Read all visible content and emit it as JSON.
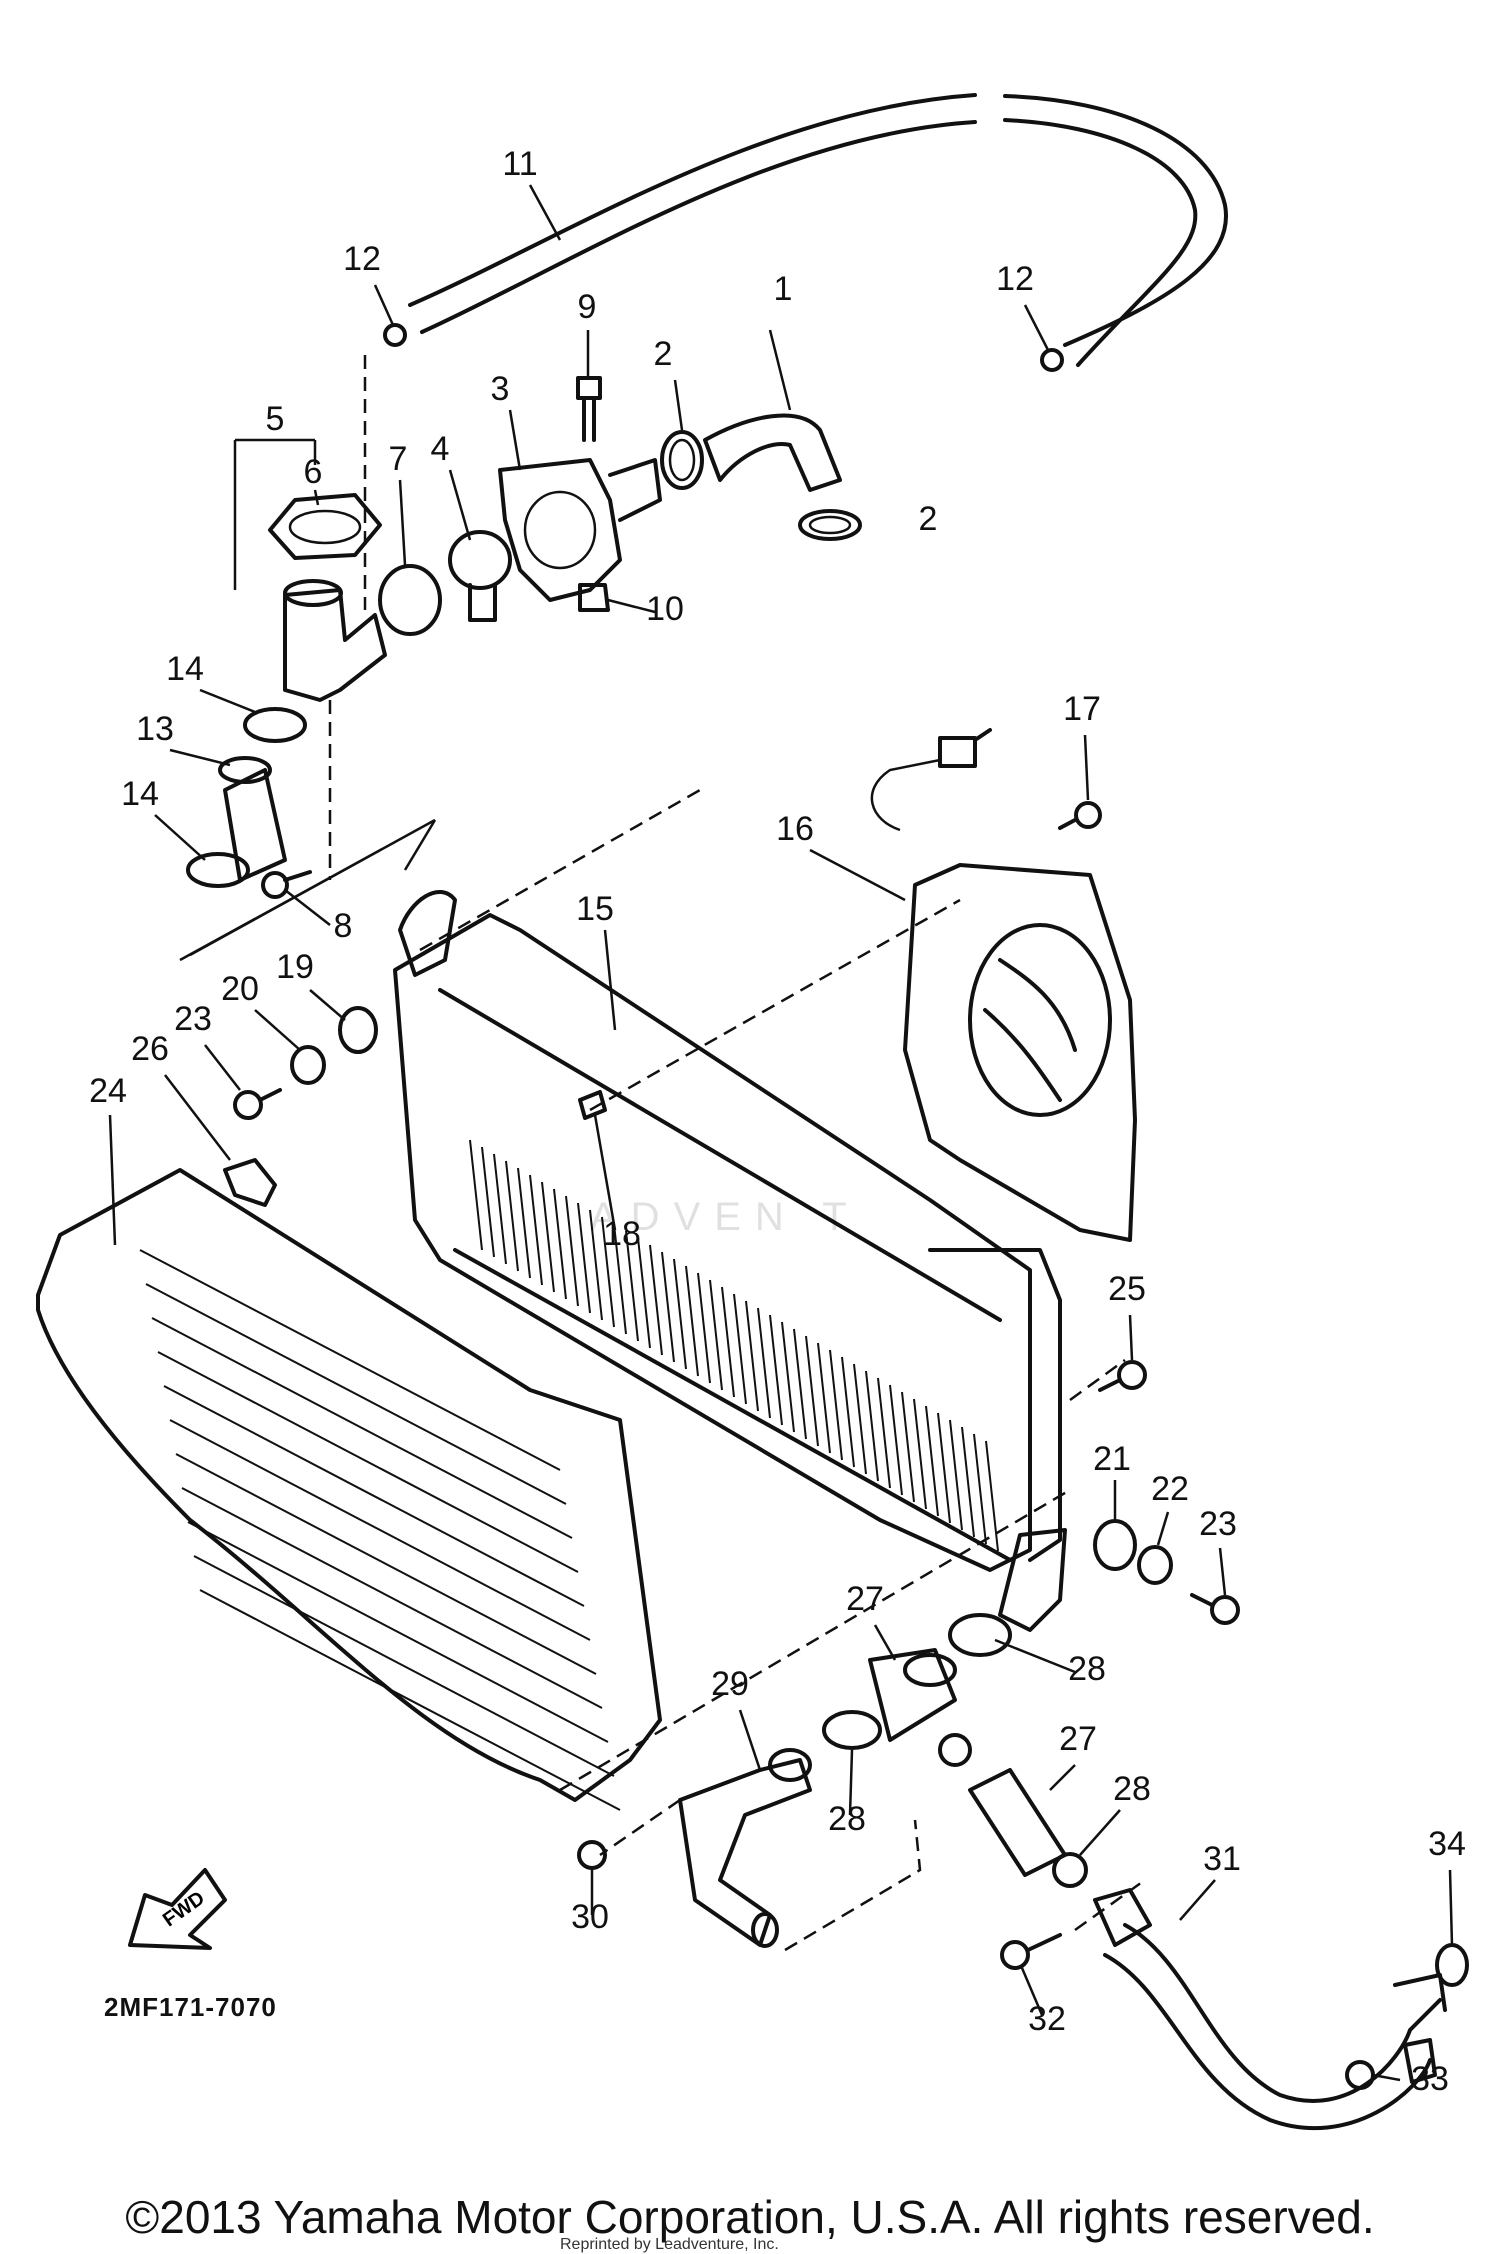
{
  "diagram": {
    "code": "2MF171-7070",
    "fwd_label": "FWD",
    "watermark": "ADVEN    T",
    "reprint_note": "Reprinted by Leadventure, Inc.",
    "copyright": "©2013 Yamaha Motor Corporation, U.S.A. All rights reserved."
  },
  "callouts": [
    "1",
    "2",
    "2",
    "3",
    "4",
    "5",
    "6",
    "7",
    "8",
    "9",
    "10",
    "11",
    "12",
    "12",
    "13",
    "14",
    "14",
    "15",
    "16",
    "17",
    "18",
    "19",
    "20",
    "21",
    "22",
    "23",
    "23",
    "24",
    "25",
    "26",
    "27",
    "27",
    "28",
    "28",
    "28",
    "29",
    "30",
    "31",
    "32",
    "33",
    "34"
  ]
}
